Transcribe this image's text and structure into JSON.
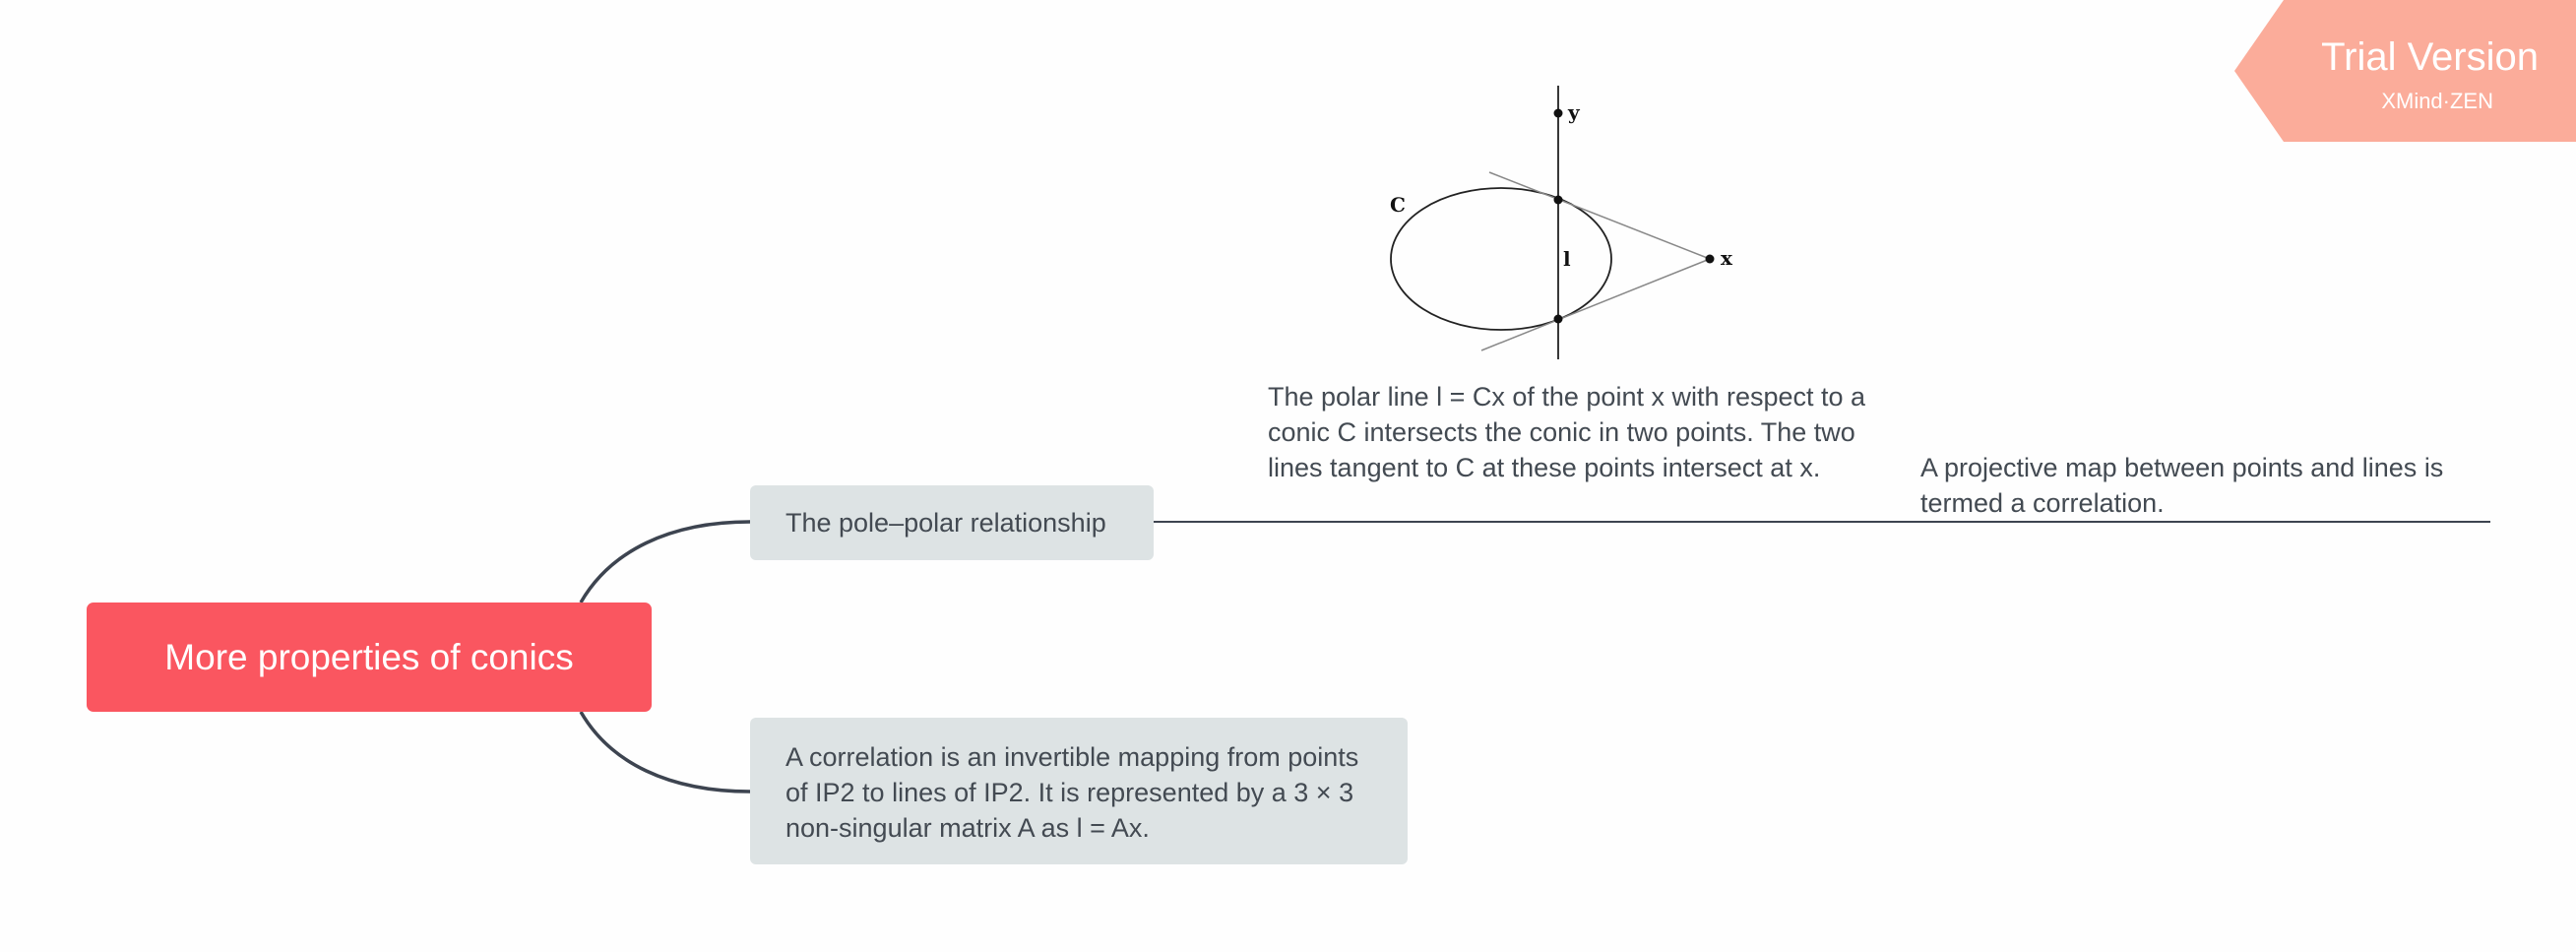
{
  "root": {
    "label": "More properties of conics"
  },
  "topics": [
    {
      "label": "The pole–polar relationship",
      "subtopics": [
        {
          "text": "The polar line l = Cx of the point x with respect to a conic C intersects the conic in two points. The two lines tangent to C at these points intersect at x."
        },
        {
          "text": "A projective map between points and lines is termed a correlation."
        }
      ]
    },
    {
      "label": "A correlation is an invertible mapping from points of IP2 to lines of IP2. It is represented by a 3 × 3 non-singular matrix A as l = Ax."
    }
  ],
  "figure": {
    "label_y": "y",
    "label_c": "C",
    "label_l": "l",
    "label_x": "x"
  },
  "watermark": {
    "title": "Trial Version",
    "subtitle": "XMind·ZEN"
  },
  "colors": {
    "root": "#fa5660",
    "topic_bg": "#dde3e4",
    "connector": "#3d4450",
    "watermark": "#fbac9a"
  }
}
